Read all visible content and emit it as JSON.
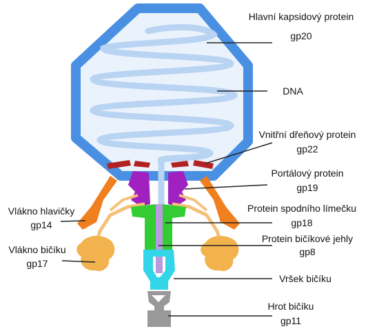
{
  "labels": {
    "capsid": {
      "name": "Hlavní kapsidový protein",
      "code": "gp20"
    },
    "dna": {
      "name": "DNA"
    },
    "inner_core": {
      "name": "Vnitřní dřeňový protein",
      "code": "gp22"
    },
    "portal": {
      "name": "Portálový protein",
      "code": "gp19"
    },
    "lower_collar": {
      "name": "Protein spodního límečku",
      "code": "gp18"
    },
    "tail_needle": {
      "name": "Protein bičíkové jehly",
      "code": "gp8"
    },
    "tail_tip": {
      "name": "Vršek bičíku"
    },
    "tail_spike": {
      "name": "Hrot bičíku",
      "code": "gp11"
    },
    "head_fiber": {
      "name": "Vlákno hlavičky",
      "code": "gp14"
    },
    "tail_fiber": {
      "name": "Vlákno bičíku",
      "code": "gp17"
    }
  },
  "colors": {
    "capsid": "#4a90e2",
    "capsid_fill": "#eaf2fc",
    "dna": "#b9d3f3",
    "inner_core": "#b22222",
    "portal": "#a020c0",
    "collar": "#33cc33",
    "needle": "#b99be0",
    "tip": "#33d6e8",
    "spike": "#999999",
    "head_fiber": "#f07f1f",
    "tail_fiber_light": "#f5c07a",
    "tail_fiber_body": "#f2b24d",
    "leader": "#222222"
  }
}
